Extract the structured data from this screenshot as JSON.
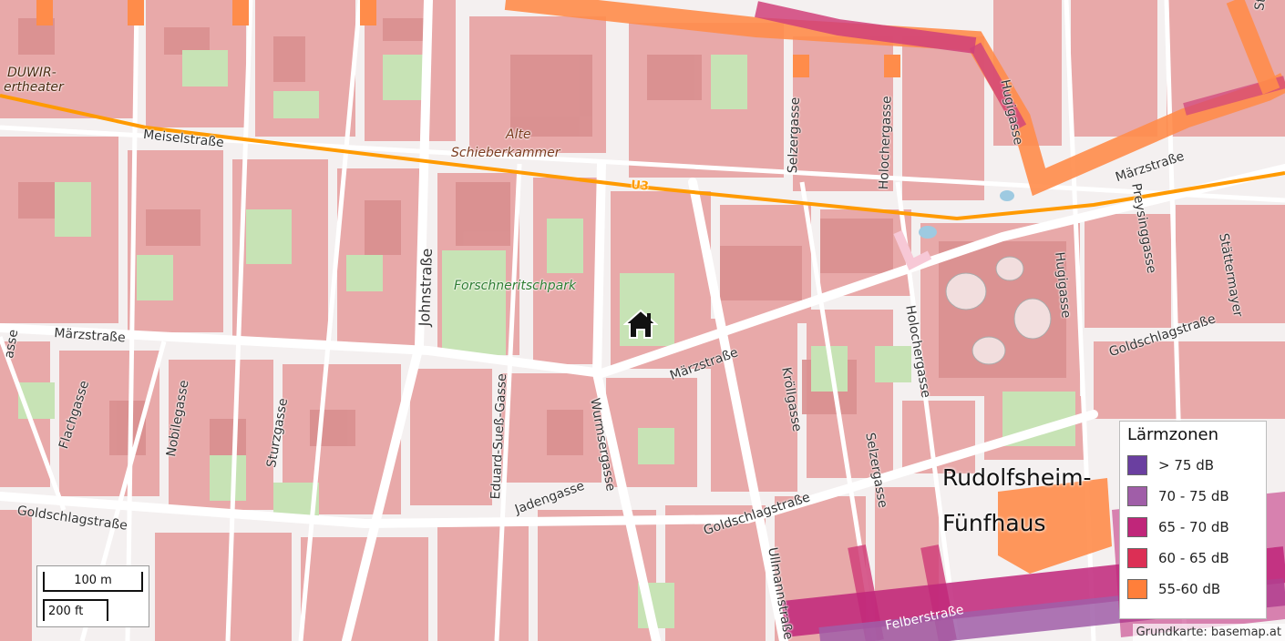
{
  "map": {
    "labels": {
      "duwir": "DUWIR-",
      "ertheater": "ertheater",
      "meiselstrasse": "Meiselstraße",
      "alte": "Alte",
      "schieberkammer": "Schieberkammer",
      "u3": "U3",
      "selzergasse_top": "Selzergasse",
      "holochergasse_top": "Holochergasse",
      "hugigasse_top": "Hugigasse",
      "maerzstrasse_top": "Märzstraße",
      "stratte": "Straße",
      "johnstrasse": "Johnstraße",
      "forschneritschpark": "Forschneritschpark",
      "maerzstrasse_left": "Märzstraße",
      "maerzstrasse_mid": "Märzstraße",
      "flachgasse": "Flachgasse",
      "nobilegasse": "Nobilegasse",
      "sturzgasse": "Sturzgasse",
      "eduard_suess_gasse": "Eduard-Sueß-Gasse",
      "wurmsergasse": "Wurmsergasse",
      "jadengasse": "Jadengasse",
      "goldschlagstrasse_left": "Goldschlagstraße",
      "goldschlagstrasse_mid": "Goldschlagstraße",
      "goldschlagstrasse_right": "Goldschlagstraße",
      "kroellgasse": "Kröllgasse",
      "selzergasse_bottom": "Selzergasse",
      "holochergasse_bottom": "Holochergasse",
      "hugigasse_right": "Hugigasse",
      "preysinggasse": "Preysinggasse",
      "staettermayergasse": "Stättermayer",
      "ullmannstrasse": "Ullmannstraße",
      "felberstrasse": "Felberstraße",
      "district_line1": "Rudolfsheim-",
      "district_line2": "Fünfhaus",
      "left_edge": "asse"
    },
    "home_icon": "home-icon"
  },
  "legend": {
    "title": "Lärmzonen",
    "items": [
      {
        "label": "> 75 dB",
        "color": "#6a3fa0"
      },
      {
        "label": "70 - 75 dB",
        "color": "#a05ea8"
      },
      {
        "label": "65 - 70 dB",
        "color": "#c0267a"
      },
      {
        "label": "60 - 65 dB",
        "color": "#dc2f55"
      },
      {
        "label": "55-60 dB",
        "color": "#ff7f3a"
      }
    ]
  },
  "scale": {
    "metric": "100 m",
    "imperial": "200 ft"
  },
  "attribution": "Grundkarte: basemap.at",
  "colors": {
    "block": "#e8a9a9",
    "building": "#d98f8f",
    "street": "#f4f0f0",
    "park": "#c7e3b5",
    "u3_line": "#ff9a00",
    "noise_orange": "#ff8c4a",
    "noise_magenta": "#d0417a"
  }
}
